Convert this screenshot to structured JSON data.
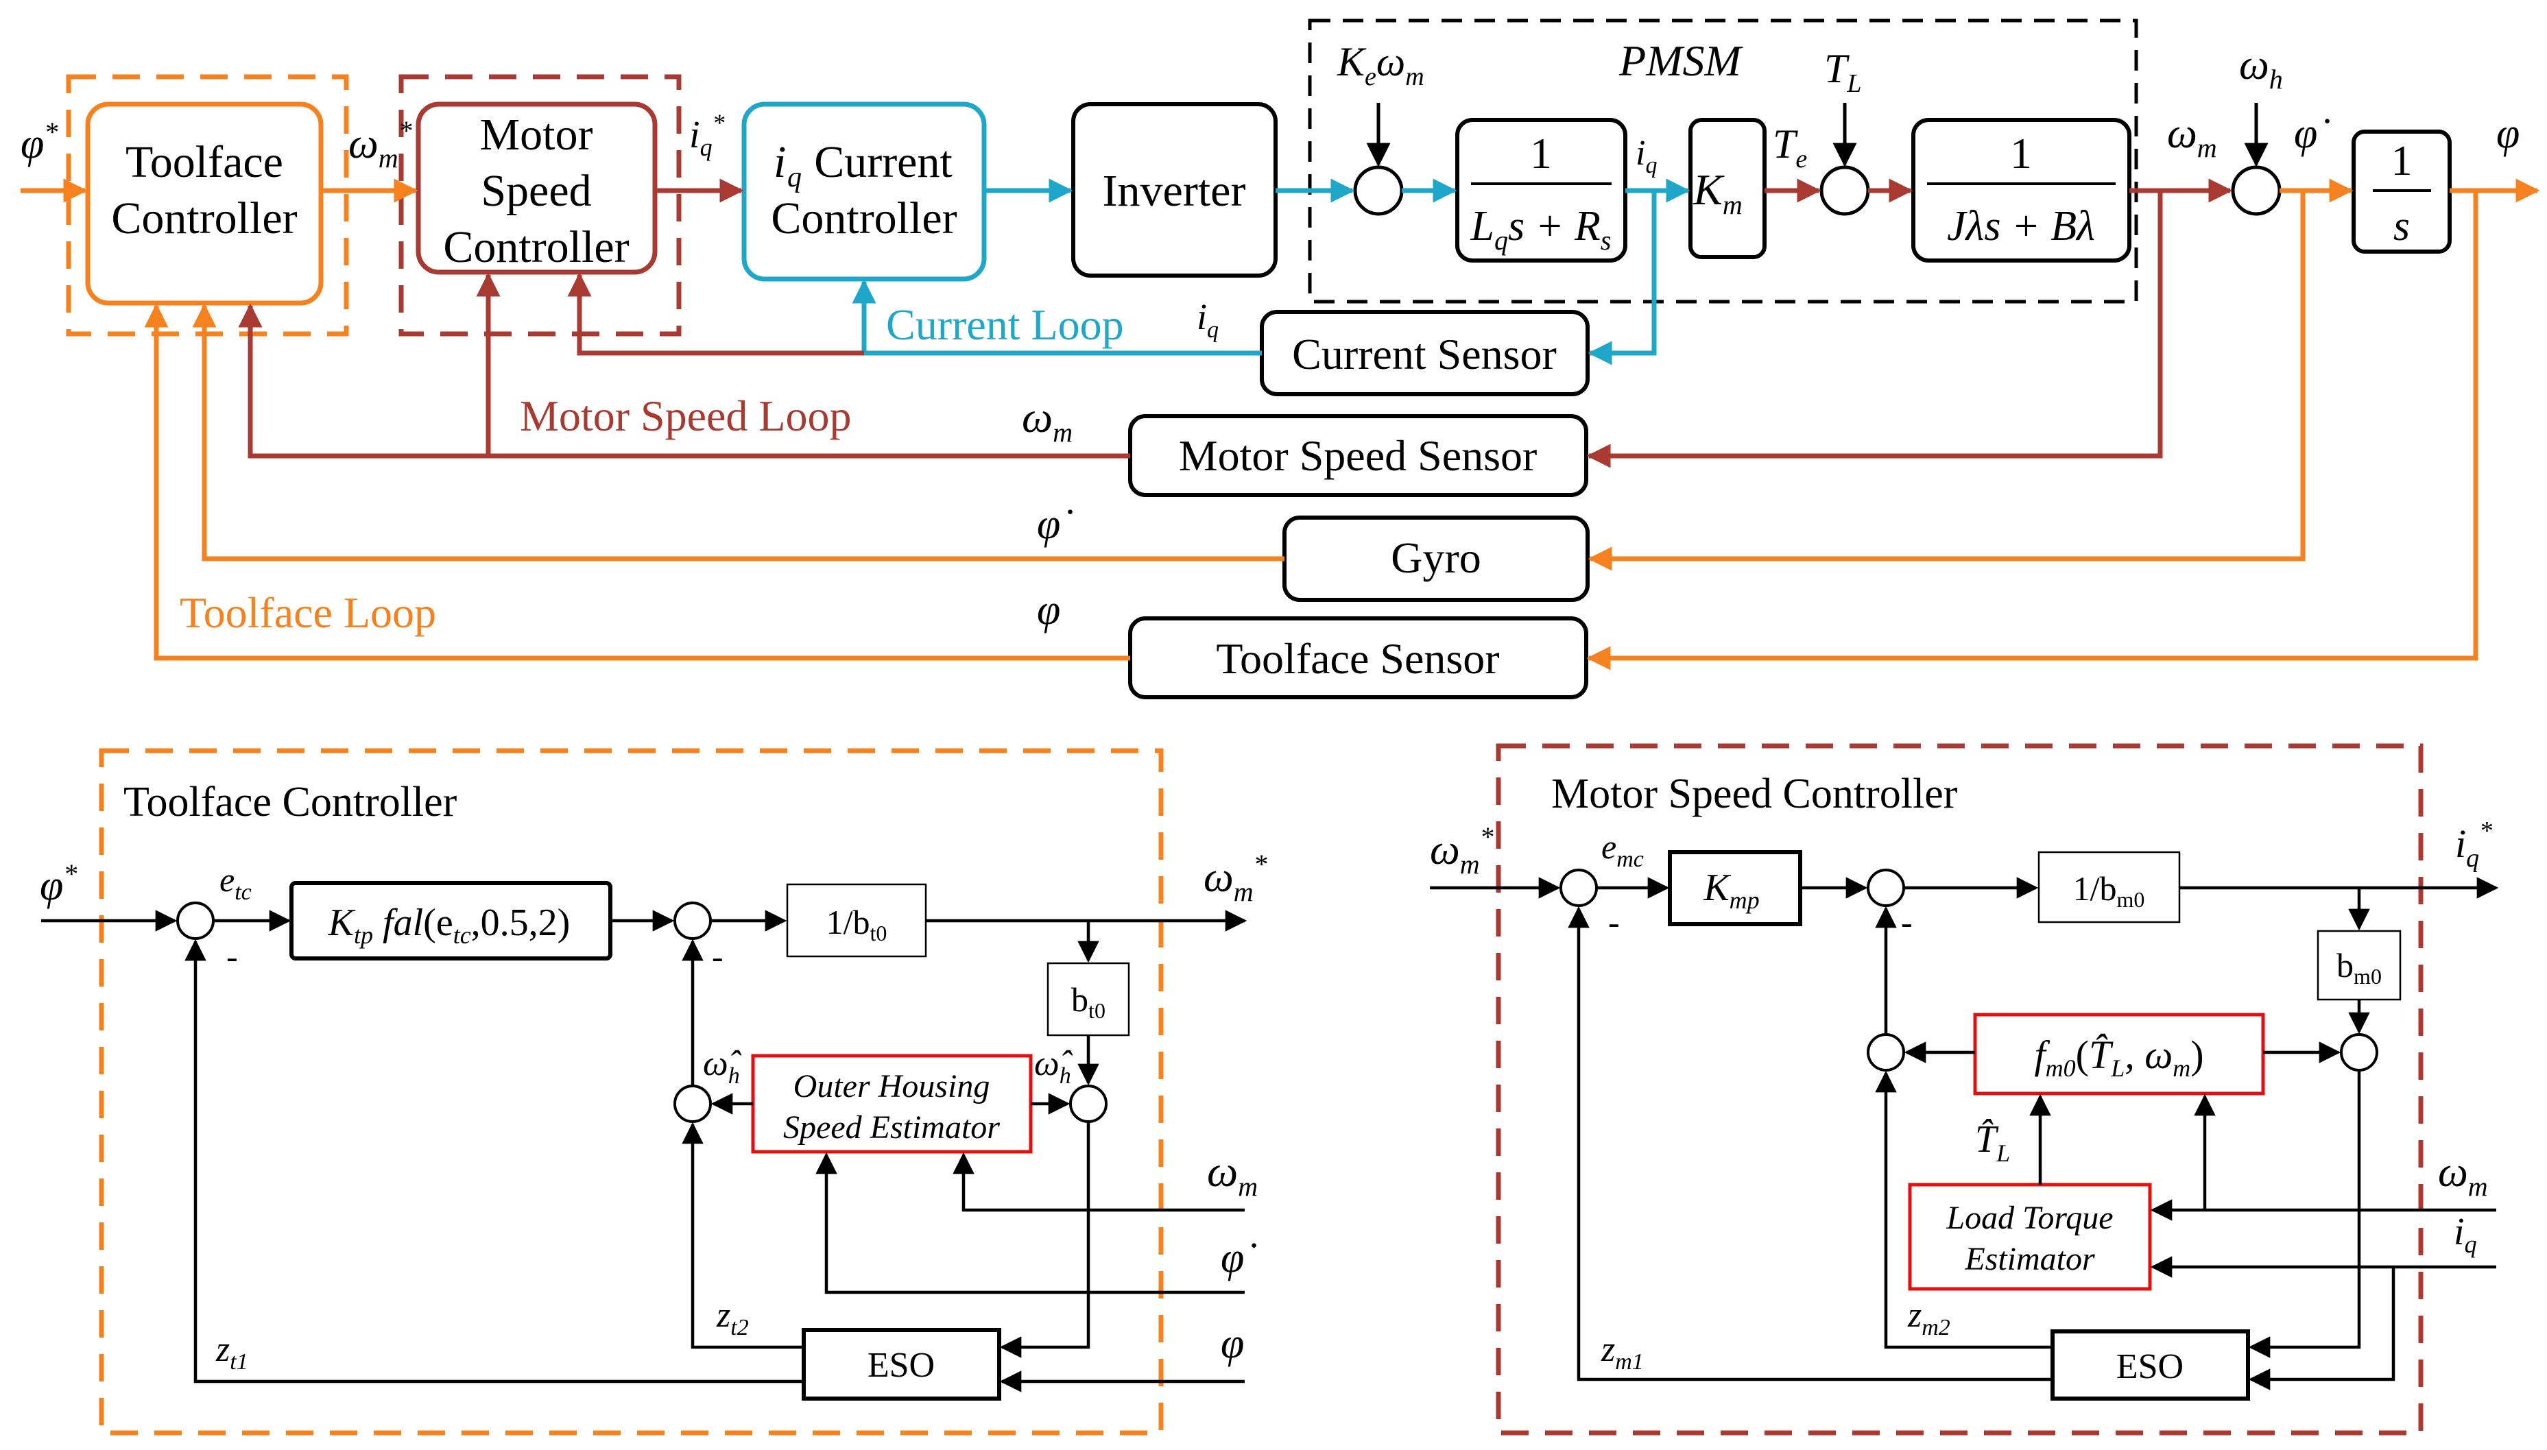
{
  "colors": {
    "toolface": "#f5821f",
    "motor_speed": "#a83a32",
    "current": "#1ea7c8",
    "estimator": "#e01010",
    "line": "#000000"
  },
  "top": {
    "blocks": {
      "toolface_controller": [
        "Toolface",
        "Controller"
      ],
      "motor_speed_controller": [
        "Motor",
        "Speed",
        "Controller"
      ],
      "current_controller_sub": "q",
      "current_controller": [
        "Current",
        "Controller"
      ],
      "inverter": "Inverter",
      "pmsm": "PMSM",
      "current_sensor": "Current Sensor",
      "motor_speed_sensor": "Motor Speed Sensor",
      "gyro": "Gyro",
      "toolface_sensor": "Toolface Sensor"
    },
    "loops": {
      "current": "Current Loop",
      "motor_speed": "Motor Speed Loop",
      "toolface": "Toolface Loop"
    },
    "tf": {
      "one": "1",
      "lq_den": "L",
      "km": "K",
      "mech_den": "Jλs + Bλ",
      "int_den": "s"
    }
  },
  "toolface_controller": {
    "title": "Toolface Controller",
    "fal": "K",
    "fal_args": "(e",
    "fal_tail": ",0.5,2)",
    "inv_b": "1/b",
    "b": "b",
    "b_sub": "t0",
    "estimator": [
      "Outer Housing",
      "Speed Estimator"
    ],
    "eso": "ESO",
    "minus": "-"
  },
  "motor_speed_controller": {
    "title": "Motor Speed Controller",
    "kmp": "K",
    "inv_b": "1/b",
    "b": "b",
    "b_sub": "m0",
    "f_block": "f",
    "estimator": [
      "Load Torque",
      "Estimator"
    ],
    "eso": "ESO",
    "minus": "-"
  }
}
